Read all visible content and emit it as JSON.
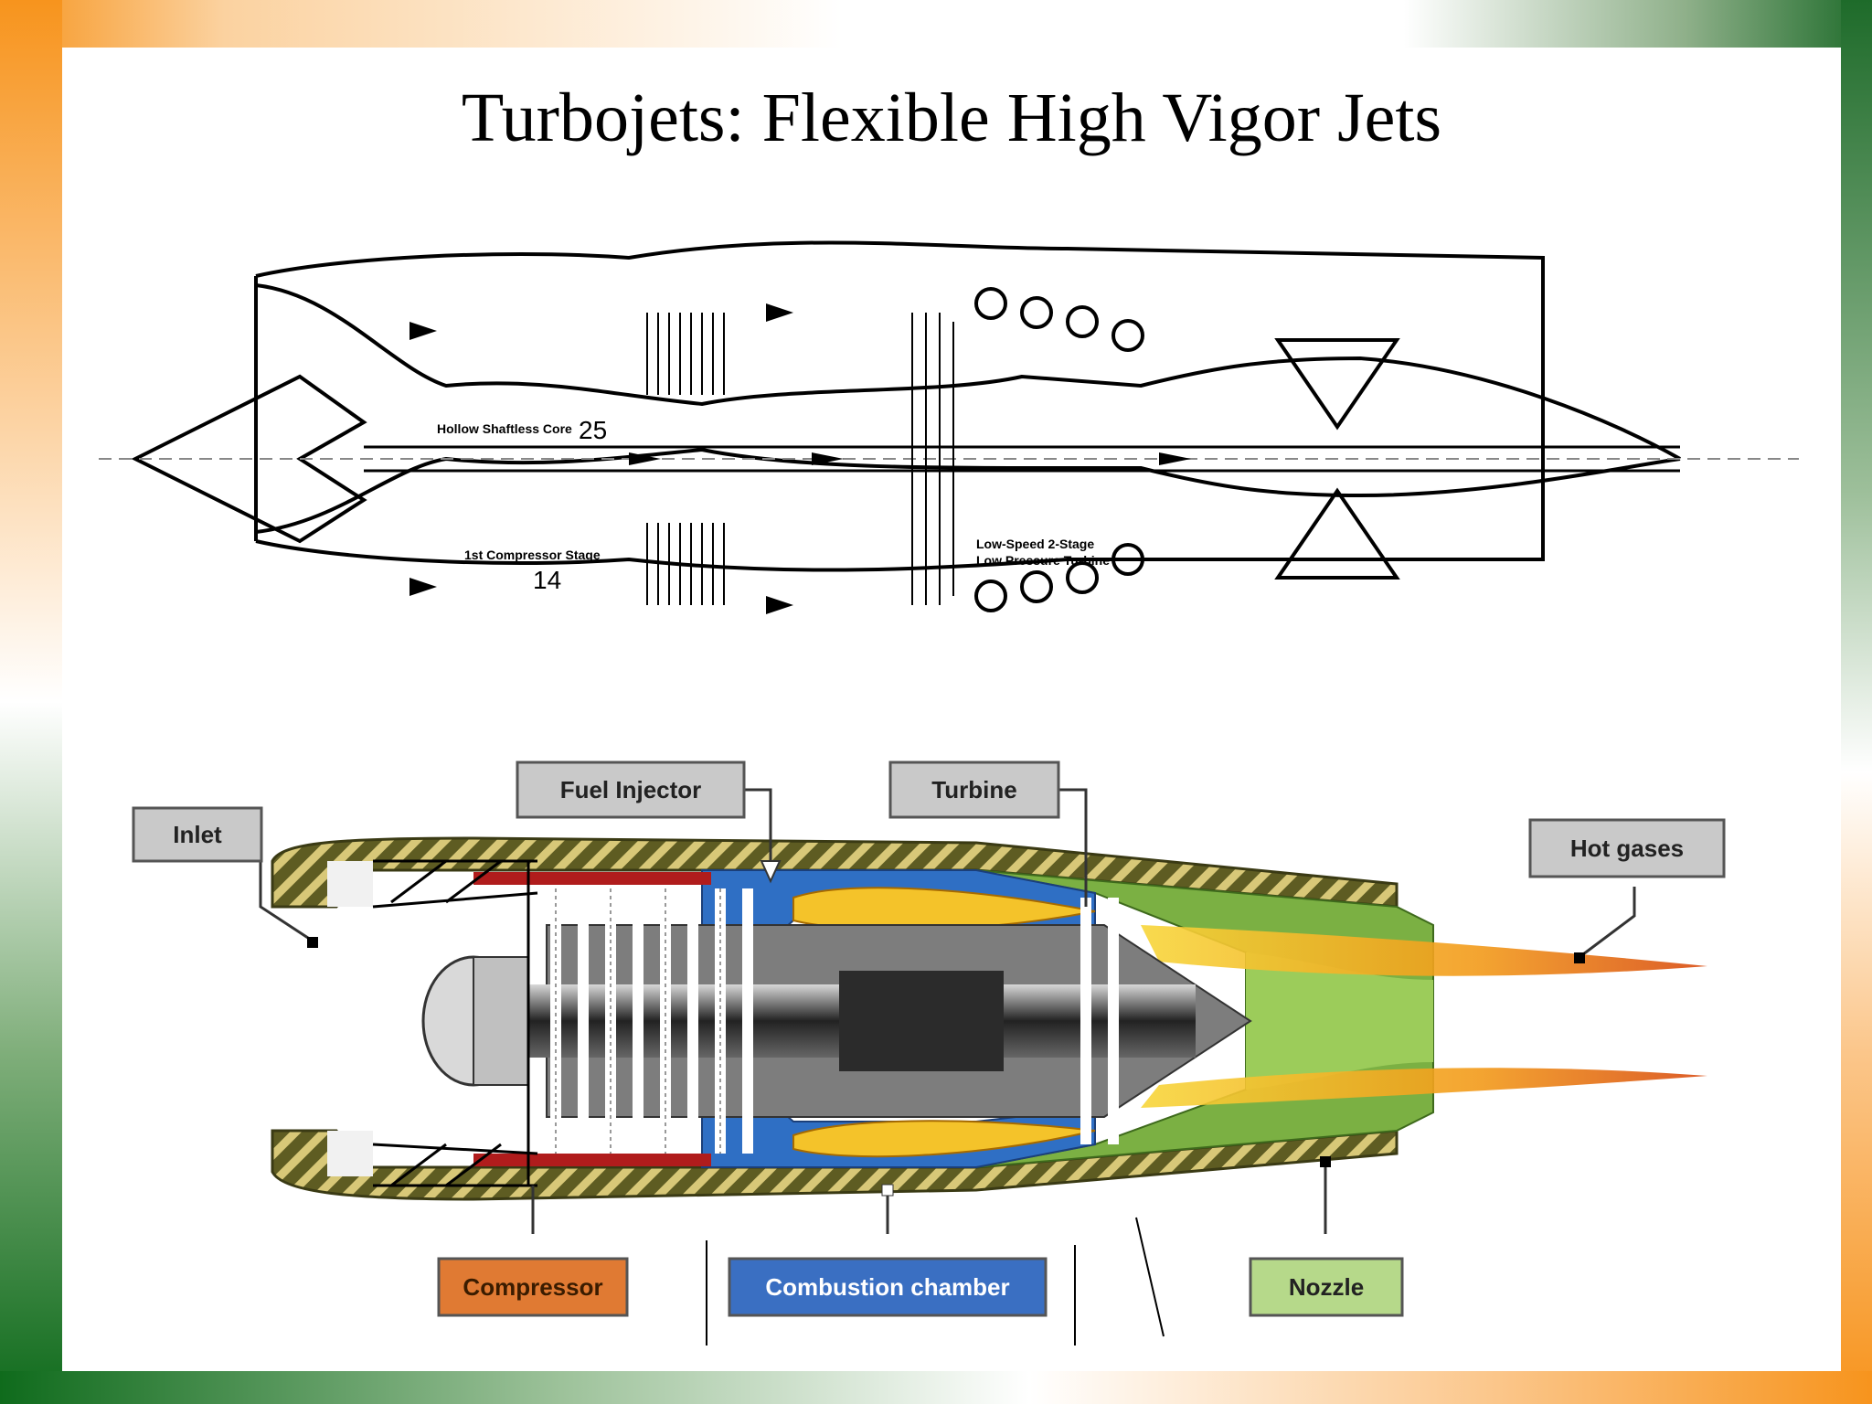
{
  "slide": {
    "title": "Turbojets: Flexible High Vigor Jets"
  },
  "top_diagram": {
    "labels": {
      "hollow_core": "Hollow Shaftless Core",
      "stage_25": "25",
      "first_compressor": "1st Compressor Stage",
      "stage_14": "14",
      "lp_turbine_line1": "Low-Speed 2-Stage",
      "lp_turbine_line2": "Low Pressure Turbine"
    }
  },
  "bottom_diagram": {
    "labels": {
      "inlet": "Inlet",
      "fuel_injector": "Fuel Injector",
      "turbine": "Turbine",
      "hot_gases": "Hot gases",
      "compressor": "Compressor",
      "combustion_chamber": "Combustion chamber",
      "nozzle": "Nozzle"
    },
    "colors": {
      "casing": "#6b6a2c",
      "casing_stripe": "#d8c878",
      "combustion": "#2f6fc4",
      "combustion_label": "#3a6fc2",
      "compressor_label": "#e07a33",
      "nozzle_label": "#b6d98a",
      "nozzle_body": "#7bb043",
      "flame": "#f2c22a",
      "label_box": "#c9c9c9"
    }
  }
}
